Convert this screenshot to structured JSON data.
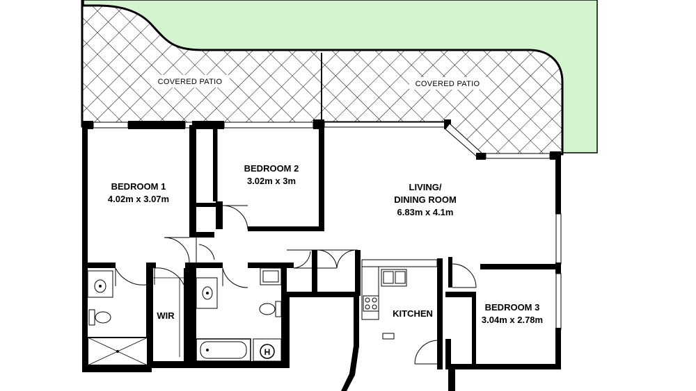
{
  "colors": {
    "lawn": "#d4f3cf",
    "wall": "#000000",
    "background": "#ffffff",
    "hatch": "#000000"
  },
  "patio": [
    {
      "label": "COVERED PATIO"
    },
    {
      "label": "COVERED PATIO"
    }
  ],
  "rooms": {
    "bedroom1": {
      "name": "BEDROOM 1",
      "size": "4.02m x 3.07m"
    },
    "bedroom2": {
      "name": "BEDROOM 2",
      "size": "3.02m x 3m"
    },
    "living": {
      "name": "LIVING/",
      "name2": "DINING ROOM",
      "size": "6.83m x 4.1m"
    },
    "bedroom3": {
      "name": "BEDROOM 3",
      "size": "3.04m x 2.78m"
    },
    "kitchen": {
      "name": "KITCHEN"
    },
    "wir": {
      "name": "WIR"
    }
  },
  "fixtures": {
    "hot_water": "H"
  }
}
